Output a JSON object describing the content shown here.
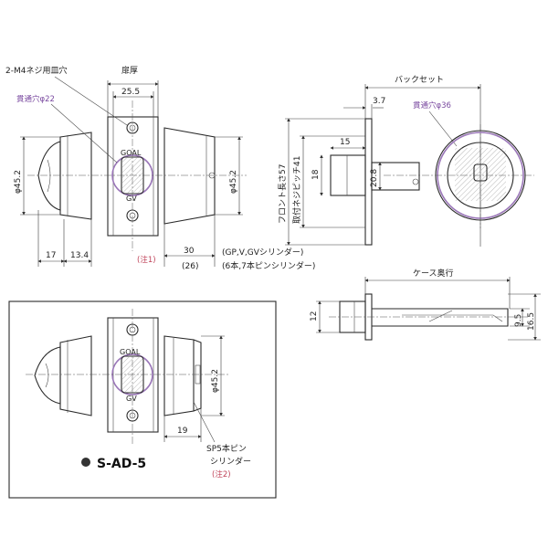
{
  "labels": {
    "screw_hole": "2-M4ネジ用皿穴",
    "door_thickness": "扉厚",
    "through_hole_22": "貫通穴φ22",
    "dim_25_5": "25.5",
    "phi_45_2_left": "φ45.2",
    "phi_45_2_mid": "φ45.2",
    "dim_17": "17",
    "dim_13_4": "13.4",
    "note1": "(注1)",
    "dim_30": "30",
    "dim_26": "(26)",
    "cyl_gp": "(GP,V,GVシリンダー)",
    "cyl_pin67": "(6本,7本ピンシリンダー)",
    "backset": "バックセット",
    "dim_3_7": "3.7",
    "through_hole_36": "貫通穴φ36",
    "front_length": "フロント長さ57",
    "mount_pitch": "取付ネジピッチ41",
    "dim_15": "15",
    "dim_18": "18",
    "dim_20_8": "20.8",
    "case_depth": "ケース奥行",
    "dim_12": "12",
    "dim_9_5": "9.5",
    "dim_16_5": "16.5",
    "phi_45_2_box": "φ45.2",
    "dim_19": "19",
    "sp5_line1": "SP5本ピン",
    "sp5_line2": "シリンダー",
    "note2": "(注2)",
    "model": "S-AD-5",
    "goal_mark": "GOAL",
    "gv_mark": "GV"
  },
  "colors": {
    "line": "#2a2a2a",
    "purple_highlight": "#9a76b8",
    "note_red": "#c0445a",
    "purple_text": "#7a4aa0"
  }
}
